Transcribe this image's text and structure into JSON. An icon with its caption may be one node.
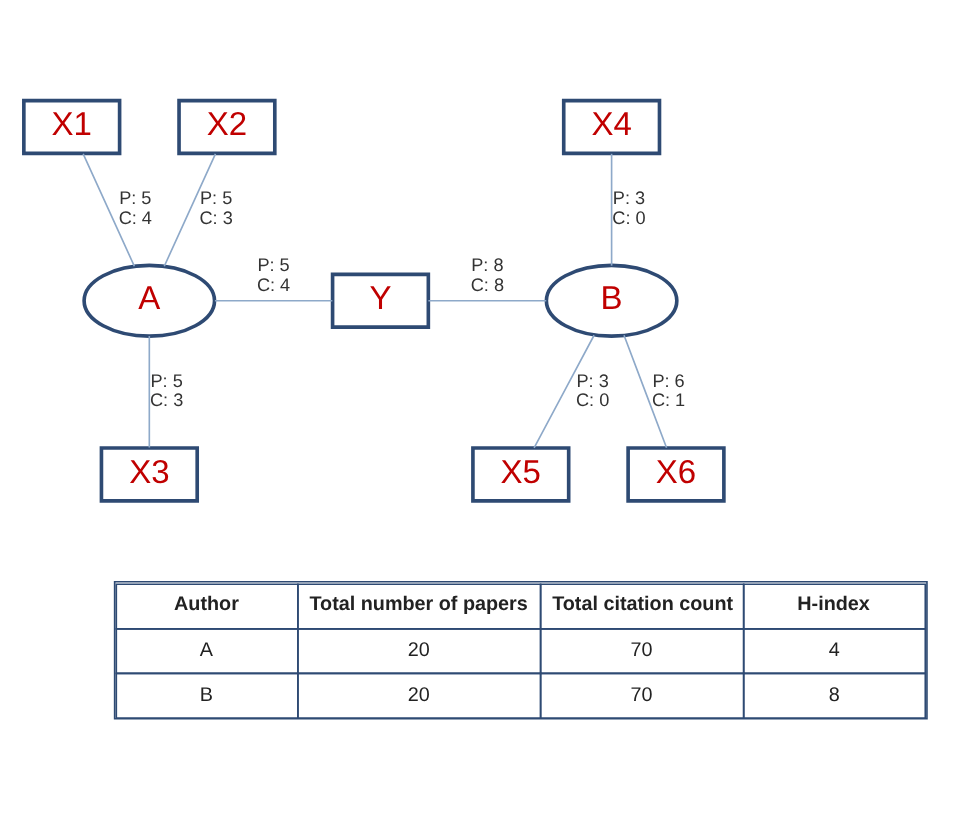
{
  "diagram": {
    "nodes": [
      {
        "text": [
          "X1"
        ]
      },
      {
        "text": [
          "X2"
        ]
      },
      {
        "text": [
          "X4"
        ]
      },
      {
        "text": [
          "A"
        ]
      },
      {
        "text": [
          "Y"
        ]
      },
      {
        "text": [
          "B"
        ]
      },
      {
        "text": [
          "X3"
        ]
      },
      {
        "text": [
          "X5"
        ]
      },
      {
        "text": [
          "X6"
        ]
      }
    ],
    "edges": [
      {
        "from": 0,
        "to": 3,
        "arrow": "none",
        "label": "P: 5 C: 4"
      },
      {
        "from": 1,
        "to": 3,
        "arrow": "none",
        "label": "P: 5 C: 3"
      },
      {
        "from": 3,
        "to": 4,
        "arrow": "none",
        "label": "P: 5 C: 4"
      },
      {
        "from": 4,
        "to": 5,
        "arrow": "none",
        "label": "P: 8 C: 8"
      },
      {
        "from": 2,
        "to": 5,
        "arrow": "none",
        "label": "P: 3 C: 0"
      },
      {
        "from": 3,
        "to": 6,
        "arrow": "none",
        "label": "P: 5 C: 3"
      },
      {
        "from": 5,
        "to": 7,
        "arrow": "none",
        "label": "P: 3 C: 0"
      },
      {
        "from": 5,
        "to": 8,
        "arrow": "none",
        "label": "P: 6 C: 1"
      }
    ],
    "labels": [
      "Author",
      "Total number of papers",
      "Total citation count",
      "H-index",
      "A",
      "20",
      "70",
      "4",
      "B",
      "20",
      "70",
      "8"
    ]
  }
}
